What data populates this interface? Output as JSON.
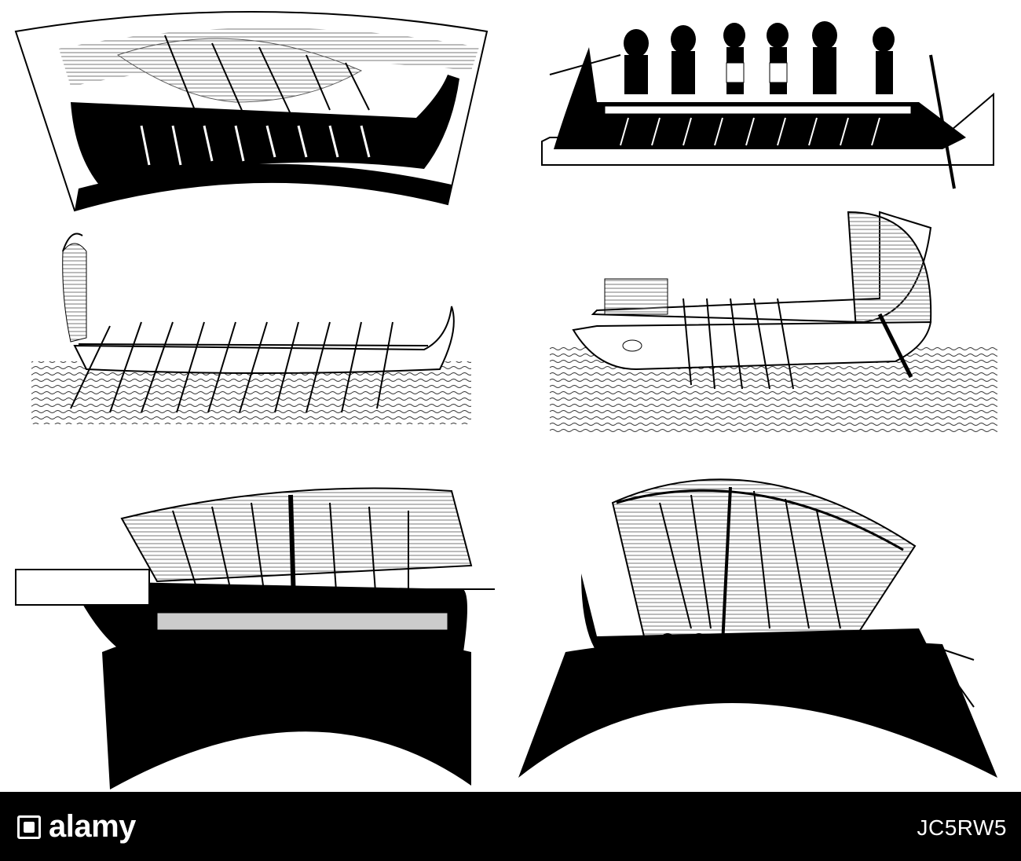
{
  "watermark": {
    "brand": "alamy",
    "image_id": "JC5RW5"
  },
  "colors": {
    "ink": "#000000",
    "paper": "#ffffff",
    "hatch": "#9a9a9a",
    "footer": "#000000"
  },
  "illustrations": [
    {
      "id": "ship-1",
      "style": "black-figure galley on curved vase band"
    },
    {
      "id": "ship-2",
      "style": "galley with warriors on deck"
    },
    {
      "id": "ship-3",
      "style": "long bireme with oars on water"
    },
    {
      "id": "ship-4",
      "style": "galley with decorated stern on water"
    },
    {
      "id": "ship-5",
      "style": "sailing ship on black vase band"
    },
    {
      "id": "ship-6",
      "style": "sailing galley with rowers on black vase band"
    }
  ]
}
